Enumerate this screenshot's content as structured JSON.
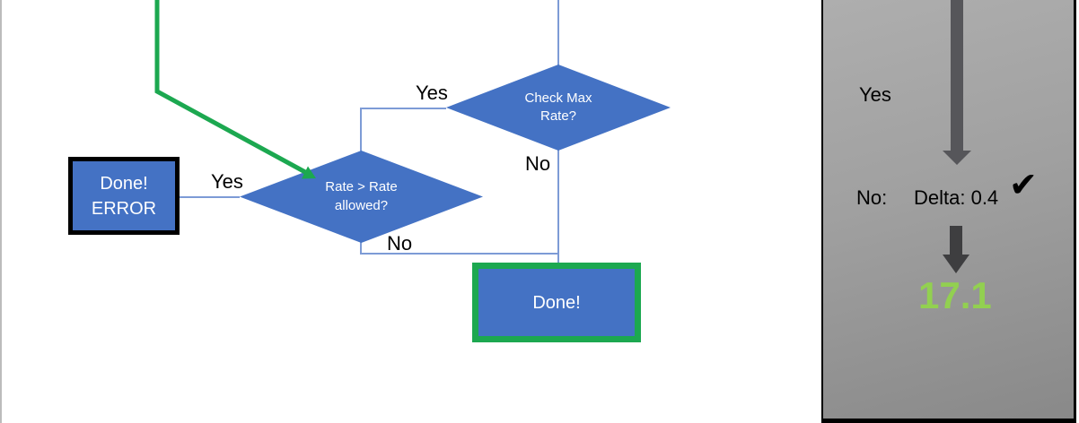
{
  "colors": {
    "node_blue": "#4472C4",
    "connector_blue": "#7D9BD6",
    "flow_green": "#1CA850",
    "result_green": "#92D050",
    "arrow_gray": "#56565A",
    "arrow_dark_gray": "#3E3E40",
    "panel_gray_top": "#AEAEAE",
    "panel_gray_bottom": "#898989"
  },
  "flowchart": {
    "check_max_decision": {
      "line1": "Check Max",
      "line2": "Rate?"
    },
    "check_max_yes_label": "Yes",
    "check_max_no_label": "No",
    "rate_decision": {
      "line1": "Rate > Rate",
      "line2": "allowed?"
    },
    "rate_yes_label": "Yes",
    "rate_no_label": "No",
    "done_error_box": {
      "line1": "Done!",
      "line2": "ERROR"
    },
    "done_box": {
      "label": "Done!"
    }
  },
  "side_panel": {
    "yes_label": "Yes",
    "no_label": "No:",
    "delta_value": "Delta: 0.4",
    "checkmark": "✔",
    "result_value": "17.1"
  }
}
